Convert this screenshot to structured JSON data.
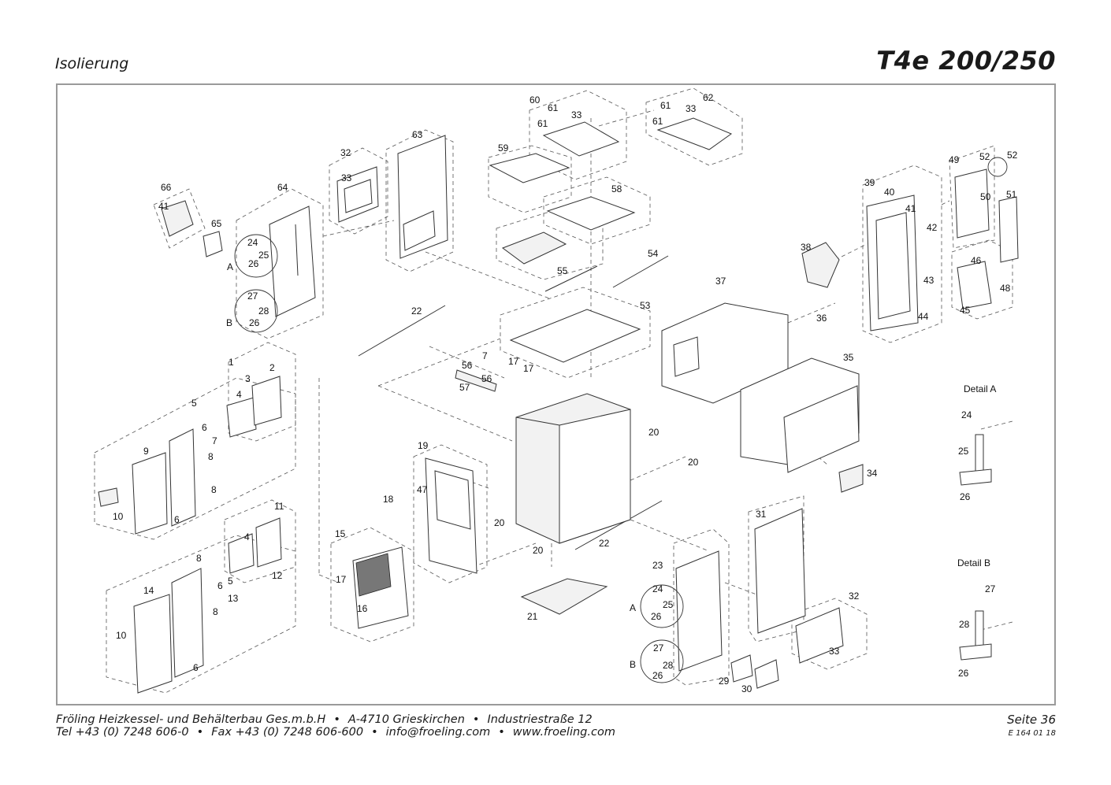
{
  "header": {
    "section": "Isolierung",
    "model": "T4e 200/250"
  },
  "footer": {
    "company": "Fröling Heizkessel- und Behälterbau Ges.m.b.H",
    "address_city": "A-4710 Grieskirchen",
    "address_street": "Industriestraße 12",
    "tel": "Tel +43 (0) 7248 606-0",
    "fax": "Fax +43 (0) 7248 606-600",
    "email": "info@froeling.com",
    "web": "www.froeling.com",
    "page": "Seite 36",
    "doc_code": "E 164 01 18",
    "bullet": "•"
  },
  "details": {
    "a": "Detail A",
    "b": "Detail B",
    "marker_a": "A",
    "marker_b": "B"
  },
  "callouts": {
    "n1": "1",
    "n2": "2",
    "n3": "3",
    "n4": "4",
    "n5": "5",
    "n6": "6",
    "n7": "7",
    "n8": "8",
    "n9": "9",
    "n10": "10",
    "n11": "11",
    "n12": "12",
    "n13": "13",
    "n14": "14",
    "n15": "15",
    "n16": "16",
    "n17": "17",
    "n18": "18",
    "n19": "19",
    "n20": "20",
    "n21": "21",
    "n22": "22",
    "n23": "23",
    "n24": "24",
    "n25": "25",
    "n26": "26",
    "n27": "27",
    "n28": "28",
    "n29": "29",
    "n30": "30",
    "n31": "31",
    "n32": "32",
    "n33": "33",
    "n34": "34",
    "n35": "35",
    "n36": "36",
    "n37": "37",
    "n38": "38",
    "n39": "39",
    "n40": "40",
    "n41": "41",
    "n42": "42",
    "n43": "43",
    "n44": "44",
    "n45": "45",
    "n46": "46",
    "n47": "47",
    "n48": "48",
    "n49": "49",
    "n50": "50",
    "n51": "51",
    "n52": "52",
    "n53": "53",
    "n54": "54",
    "n55": "55",
    "n56": "56",
    "n57": "57",
    "n58": "58",
    "n59": "59",
    "n60": "60",
    "n61": "61",
    "n62": "62",
    "n63": "63",
    "n64": "64",
    "n65": "65",
    "n66": "66"
  }
}
